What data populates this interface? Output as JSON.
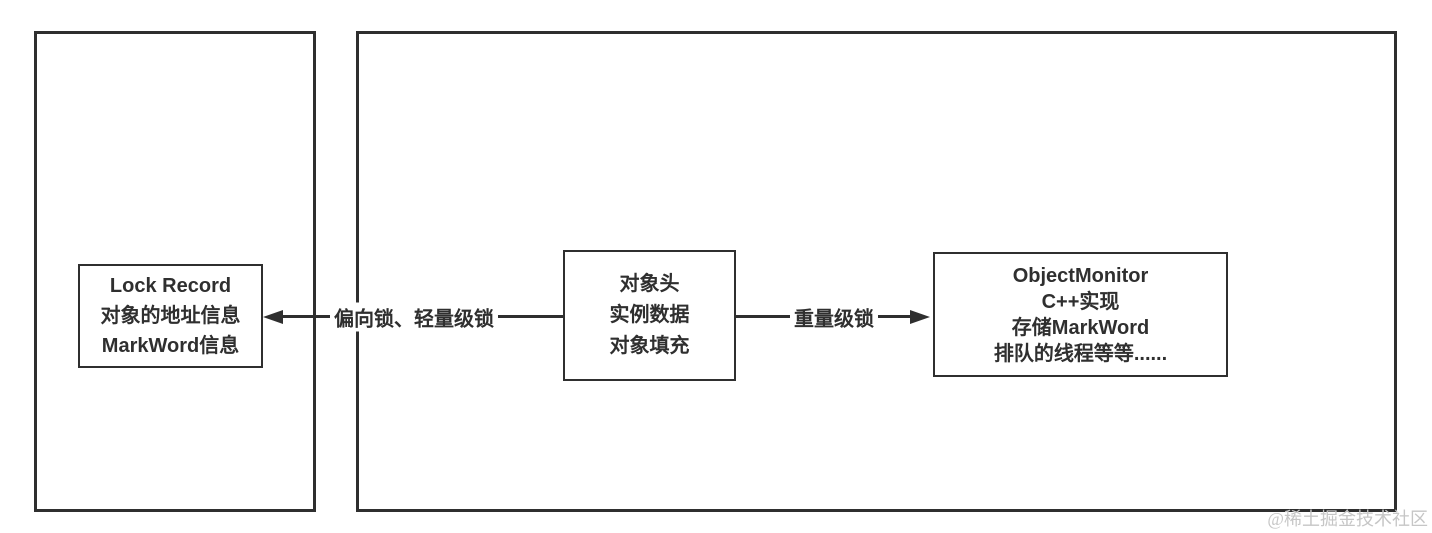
{
  "colors": {
    "stroke": "#2f2f2f",
    "text": "#2f2f2f",
    "watermark": "#c6c6c6",
    "background": "#ffffff"
  },
  "boxes": {
    "lock_record": {
      "lines": [
        "Lock Record",
        "对象的地址信息",
        "MarkWord信息"
      ]
    },
    "object_layout": {
      "lines": [
        "对象头",
        "实例数据",
        "对象填充"
      ]
    },
    "object_monitor": {
      "lines": [
        "ObjectMonitor",
        "C++实现",
        "存储MarkWord",
        "排队的线程等等......"
      ]
    }
  },
  "arrows": {
    "biased_lightweight": {
      "label": "偏向锁、轻量级锁",
      "direction": "left"
    },
    "heavyweight": {
      "label": "重量级锁",
      "direction": "right"
    }
  },
  "watermark": {
    "text": "@稀土掘金技术社区"
  }
}
